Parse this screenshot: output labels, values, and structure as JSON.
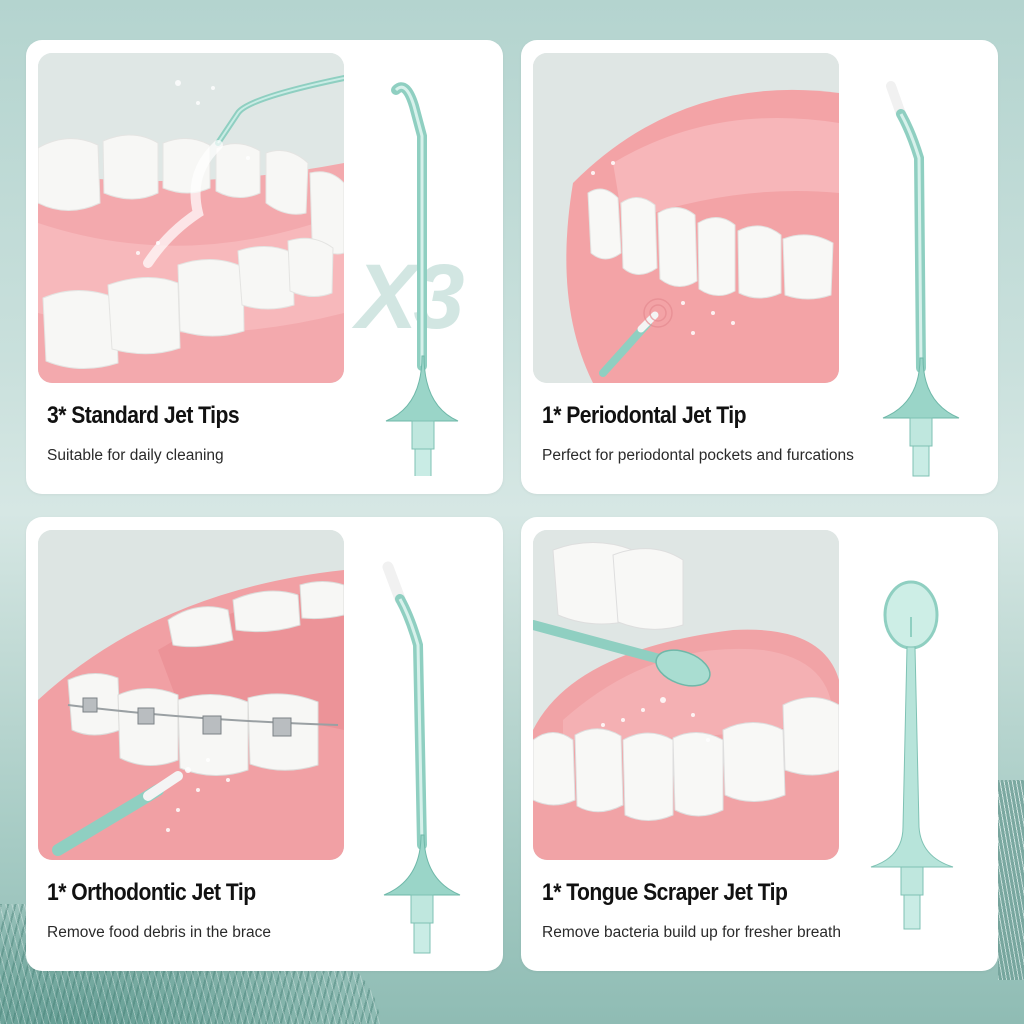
{
  "colors": {
    "background_top": "#b4d4cf",
    "background_bottom": "#8fbcb4",
    "card": "#ffffff",
    "gum_pink": "#f2a3a8",
    "tooth_white": "#f6f6f4",
    "tip_teal": "#8fd0c2",
    "watermark": "#d2e6e2",
    "title_text": "#111111",
    "subtitle_text": "#2a2a2a"
  },
  "cards": [
    {
      "title": "3* Standard Jet Tips",
      "subtitle": "Suitable for daily cleaning",
      "watermark": "X3",
      "photo": "Upper and lower teeth being rinsed by a water jet",
      "tip_icon": "standard-jet-tip"
    },
    {
      "title": "1* Periodontal Jet Tip",
      "subtitle": "Perfect for periodontal pockets and furcations",
      "photo": "Periodontal tip cleaning along the gum line",
      "tip_icon": "periodontal-jet-tip"
    },
    {
      "title": "1* Orthodontic Jet Tip",
      "subtitle": "Remove food debris in the brace",
      "photo": "Orthodontic tip cleaning teeth with braces",
      "tip_icon": "orthodontic-jet-tip"
    },
    {
      "title": "1* Tongue Scraper Jet Tip",
      "subtitle": "Remove bacteria build up for fresher breath",
      "photo": "Tongue scraper tip cleaning the tongue",
      "tip_icon": "tongue-scraper-jet-tip"
    }
  ]
}
